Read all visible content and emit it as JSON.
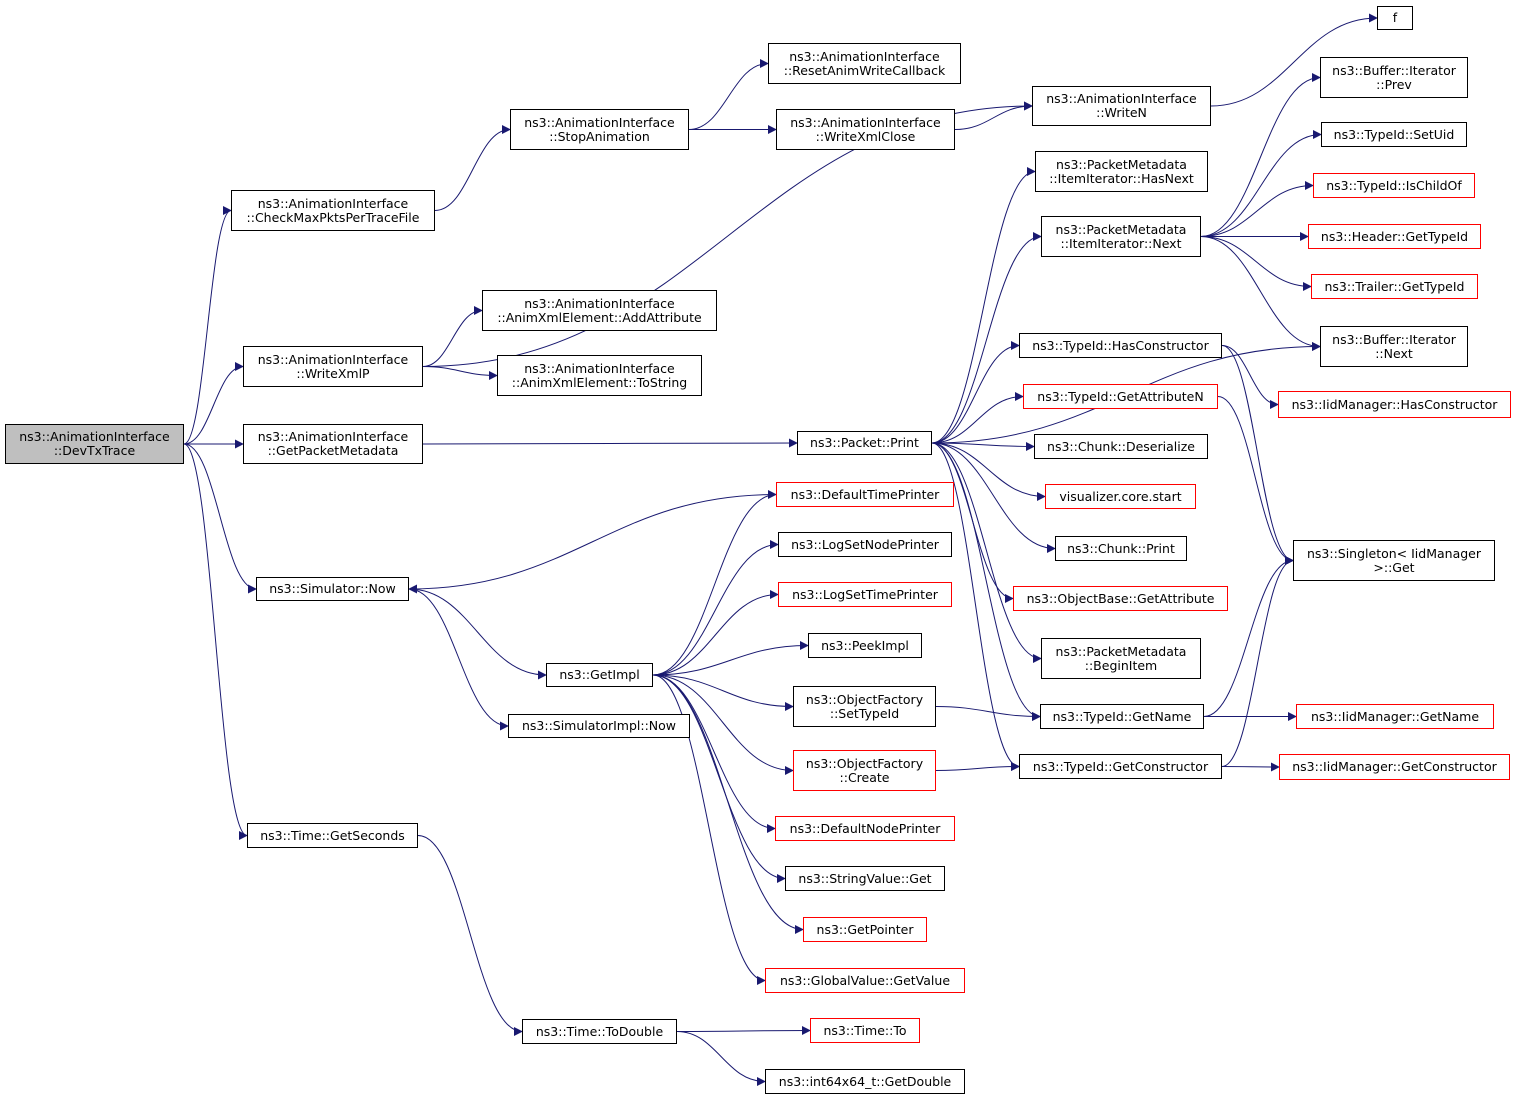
{
  "colors": {
    "edge": "#191970",
    "node_border": "#000000",
    "ext_border": "#ff0000",
    "root_fill": "#bfbfbf"
  },
  "nodes": [
    {
      "id": "root",
      "lines": [
        "ns3::AnimationInterface",
        "::DevTxTrace"
      ],
      "style": "root"
    },
    {
      "id": "checkmax",
      "lines": [
        "ns3::AnimationInterface",
        "::CheckMaxPktsPerTraceFile"
      ]
    },
    {
      "id": "writexmlp",
      "lines": [
        "ns3::AnimationInterface",
        "::WriteXmlP"
      ]
    },
    {
      "id": "getpktmeta",
      "lines": [
        "ns3::AnimationInterface",
        "::GetPacketMetadata"
      ]
    },
    {
      "id": "simnow",
      "lines": [
        "ns3::Simulator::Now"
      ]
    },
    {
      "id": "getseconds",
      "lines": [
        "ns3::Time::GetSeconds"
      ]
    },
    {
      "id": "stopanim",
      "lines": [
        "ns3::AnimationInterface",
        "::StopAnimation"
      ]
    },
    {
      "id": "addattr",
      "lines": [
        "ns3::AnimationInterface",
        "::AnimXmlElement::AddAttribute"
      ]
    },
    {
      "id": "tostring",
      "lines": [
        "ns3::AnimationInterface",
        "::AnimXmlElement::ToString"
      ]
    },
    {
      "id": "getimpl",
      "lines": [
        "ns3::GetImpl"
      ]
    },
    {
      "id": "simimplnow",
      "lines": [
        "ns3::SimulatorImpl::Now"
      ]
    },
    {
      "id": "todouble",
      "lines": [
        "ns3::Time::ToDouble"
      ]
    },
    {
      "id": "resetanim",
      "lines": [
        "ns3::AnimationInterface",
        "::ResetAnimWriteCallback"
      ]
    },
    {
      "id": "writexmlclose",
      "lines": [
        "ns3::AnimationInterface",
        "::WriteXmlClose"
      ]
    },
    {
      "id": "packetprint",
      "lines": [
        "ns3::Packet::Print"
      ]
    },
    {
      "id": "deftimeprinter",
      "lines": [
        "ns3::DefaultTimePrinter"
      ],
      "style": "ext"
    },
    {
      "id": "logsetnode",
      "lines": [
        "ns3::LogSetNodePrinter"
      ]
    },
    {
      "id": "logsettime",
      "lines": [
        "ns3::LogSetTimePrinter"
      ],
      "style": "ext"
    },
    {
      "id": "peekimpl",
      "lines": [
        "ns3::PeekImpl"
      ]
    },
    {
      "id": "ofsettypeid",
      "lines": [
        "ns3::ObjectFactory",
        "::SetTypeId"
      ]
    },
    {
      "id": "ofcreate",
      "lines": [
        "ns3::ObjectFactory",
        "::Create"
      ],
      "style": "ext"
    },
    {
      "id": "defnodeprinter",
      "lines": [
        "ns3::DefaultNodePrinter"
      ],
      "style": "ext"
    },
    {
      "id": "stringvalueget",
      "lines": [
        "ns3::StringValue::Get"
      ]
    },
    {
      "id": "getpointer",
      "lines": [
        "ns3::GetPointer"
      ],
      "style": "ext"
    },
    {
      "id": "globalvalue",
      "lines": [
        "ns3::GlobalValue::GetValue"
      ],
      "style": "ext"
    },
    {
      "id": "timeto",
      "lines": [
        "ns3::Time::To"
      ],
      "style": "ext"
    },
    {
      "id": "int64getdouble",
      "lines": [
        "ns3::int64x64_t::GetDouble"
      ]
    },
    {
      "id": "writen",
      "lines": [
        "ns3::AnimationInterface",
        "::WriteN"
      ]
    },
    {
      "id": "pmhasnext",
      "lines": [
        "ns3::PacketMetadata",
        "::ItemIterator::HasNext"
      ]
    },
    {
      "id": "pmnext",
      "lines": [
        "ns3::PacketMetadata",
        "::ItemIterator::Next"
      ]
    },
    {
      "id": "hasconstructor",
      "lines": [
        "ns3::TypeId::HasConstructor"
      ]
    },
    {
      "id": "getattributen",
      "lines": [
        "ns3::TypeId::GetAttributeN"
      ],
      "style": "ext"
    },
    {
      "id": "chunkdeser",
      "lines": [
        "ns3::Chunk::Deserialize"
      ]
    },
    {
      "id": "vizstart",
      "lines": [
        "visualizer.core.start"
      ],
      "style": "ext"
    },
    {
      "id": "chunkprint",
      "lines": [
        "ns3::Chunk::Print"
      ]
    },
    {
      "id": "objgetattr",
      "lines": [
        "ns3::ObjectBase::GetAttribute"
      ],
      "style": "ext"
    },
    {
      "id": "pmbeginitem",
      "lines": [
        "ns3::PacketMetadata",
        "::BeginItem"
      ]
    },
    {
      "id": "typeidgetname",
      "lines": [
        "ns3::TypeId::GetName"
      ]
    },
    {
      "id": "typeidgetctor",
      "lines": [
        "ns3::TypeId::GetConstructor"
      ]
    },
    {
      "id": "f",
      "lines": [
        "f"
      ]
    },
    {
      "id": "bufprev",
      "lines": [
        "ns3::Buffer::Iterator",
        "::Prev"
      ]
    },
    {
      "id": "setuid",
      "lines": [
        "ns3::TypeId::SetUid"
      ]
    },
    {
      "id": "ischildof",
      "lines": [
        "ns3::TypeId::IsChildOf"
      ],
      "style": "ext"
    },
    {
      "id": "headergettypeid",
      "lines": [
        "ns3::Header::GetTypeId"
      ],
      "style": "ext"
    },
    {
      "id": "trailergettypeid",
      "lines": [
        "ns3::Trailer::GetTypeId"
      ],
      "style": "ext"
    },
    {
      "id": "bufnext",
      "lines": [
        "ns3::Buffer::Iterator",
        "::Next"
      ]
    },
    {
      "id": "iidhasctor",
      "lines": [
        "ns3::IidManager::HasConstructor"
      ],
      "style": "ext"
    },
    {
      "id": "singletonget",
      "lines": [
        "ns3::Singleton< IidManager",
        ">::Get"
      ]
    },
    {
      "id": "iidgetname",
      "lines": [
        "ns3::IidManager::GetName"
      ],
      "style": "ext"
    },
    {
      "id": "iidgetctor",
      "lines": [
        "ns3::IidManager::GetConstructor"
      ],
      "style": "ext"
    }
  ],
  "edges": [
    [
      "root",
      "checkmax"
    ],
    [
      "root",
      "writexmlp"
    ],
    [
      "root",
      "getpktmeta"
    ],
    [
      "root",
      "simnow"
    ],
    [
      "root",
      "getseconds"
    ],
    [
      "checkmax",
      "stopanim"
    ],
    [
      "stopanim",
      "resetanim"
    ],
    [
      "stopanim",
      "writexmlclose"
    ],
    [
      "writexmlclose",
      "writen"
    ],
    [
      "writen",
      "f"
    ],
    [
      "writexmlp",
      "writen"
    ],
    [
      "writexmlp",
      "addattr"
    ],
    [
      "writexmlp",
      "tostring"
    ],
    [
      "getpktmeta",
      "packetprint"
    ],
    [
      "simnow",
      "getimpl"
    ],
    [
      "simnow",
      "simimplnow"
    ],
    [
      "getseconds",
      "todouble"
    ],
    [
      "todouble",
      "timeto"
    ],
    [
      "todouble",
      "int64getdouble"
    ],
    [
      "getimpl",
      "deftimeprinter"
    ],
    [
      "getimpl",
      "logsetnode"
    ],
    [
      "getimpl",
      "logsettime"
    ],
    [
      "getimpl",
      "peekimpl"
    ],
    [
      "getimpl",
      "ofsettypeid"
    ],
    [
      "getimpl",
      "ofcreate"
    ],
    [
      "getimpl",
      "defnodeprinter"
    ],
    [
      "getimpl",
      "stringvalueget"
    ],
    [
      "getimpl",
      "getpointer"
    ],
    [
      "getimpl",
      "globalvalue"
    ],
    [
      "deftimeprinter",
      "simnow"
    ],
    [
      "ofsettypeid",
      "typeidgetname"
    ],
    [
      "ofcreate",
      "typeidgetctor"
    ],
    [
      "packetprint",
      "pmhasnext"
    ],
    [
      "packetprint",
      "pmnext"
    ],
    [
      "packetprint",
      "bufnext"
    ],
    [
      "packetprint",
      "hasconstructor"
    ],
    [
      "packetprint",
      "getattributen"
    ],
    [
      "packetprint",
      "chunkdeser"
    ],
    [
      "packetprint",
      "vizstart"
    ],
    [
      "packetprint",
      "chunkprint"
    ],
    [
      "packetprint",
      "objgetattr"
    ],
    [
      "packetprint",
      "pmbeginitem"
    ],
    [
      "packetprint",
      "typeidgetname"
    ],
    [
      "packetprint",
      "typeidgetctor"
    ],
    [
      "pmnext",
      "bufprev"
    ],
    [
      "pmnext",
      "setuid"
    ],
    [
      "pmnext",
      "ischildof"
    ],
    [
      "pmnext",
      "headergettypeid"
    ],
    [
      "pmnext",
      "trailergettypeid"
    ],
    [
      "pmnext",
      "bufnext"
    ],
    [
      "hasconstructor",
      "iidhasctor"
    ],
    [
      "hasconstructor",
      "singletonget"
    ],
    [
      "getattributen",
      "singletonget"
    ],
    [
      "typeidgetname",
      "iidgetname"
    ],
    [
      "typeidgetname",
      "singletonget"
    ],
    [
      "typeidgetctor",
      "iidgetctor"
    ],
    [
      "typeidgetctor",
      "singletonget"
    ]
  ]
}
